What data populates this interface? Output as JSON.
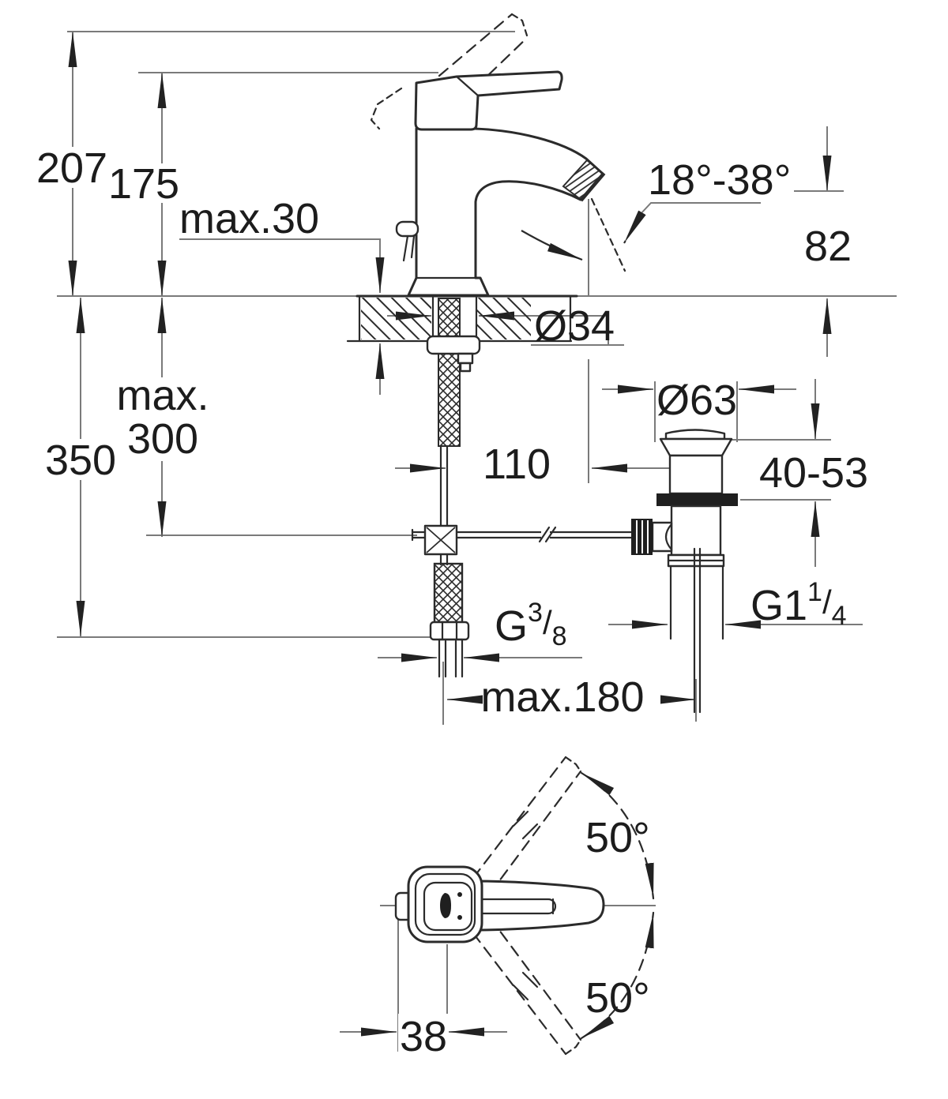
{
  "drawing": {
    "type": "technical-installation-drawing",
    "subject": "single-lever basin mixer with pop-up waste, front section and plan view of handle swing",
    "units": "mm",
    "colors": {
      "background": "#ffffff",
      "object_line": "#2b2b2b",
      "dimension_line": "#7a7a7a",
      "text": "#1c1c1c"
    }
  },
  "labels": {
    "height_total": "207",
    "height_to_lever": "175",
    "deck_max_thickness": "max.30",
    "hole_diameter": "Ø34",
    "spout_angle_range": "18°-38°",
    "outlet_height": "82",
    "below_deck_max_word": "max.",
    "below_deck_max_value": "300",
    "hose_length": "350",
    "waste_flange_diameter": "Ø63",
    "spout_reach": "110",
    "waste_clamp_range": "40-53",
    "hose_thread_g": "G",
    "hose_thread_num": "3",
    "hose_thread_slash": "/",
    "hose_thread_den": "8",
    "waste_thread_g": "G1",
    "waste_thread_num": "1",
    "waste_thread_slash": "/",
    "waste_thread_den": "4",
    "rod_max_reach": "max.180",
    "handle_swing_upper": "50°",
    "handle_swing_lower": "50°",
    "handle_offset": "38"
  }
}
